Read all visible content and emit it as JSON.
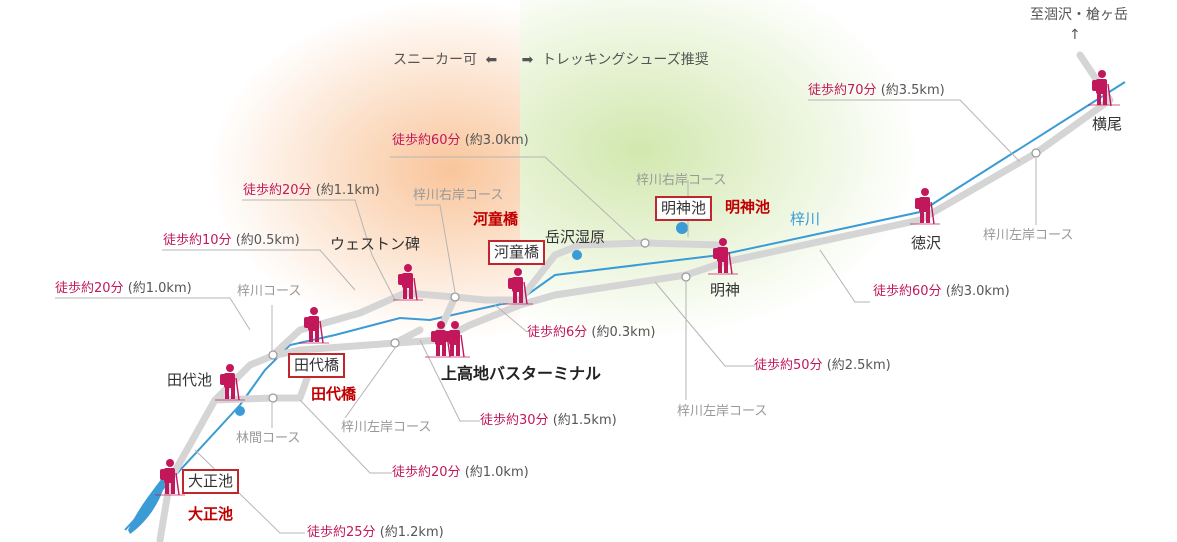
{
  "shoe_note": {
    "left": "スニーカー可",
    "right": "トレッキングシューズ推奨",
    "left_arrow": "⬅",
    "right_arrow": "➡"
  },
  "direction": {
    "text": "至涸沢・槍ヶ岳",
    "arrow": "↑"
  },
  "places": {
    "yokoo": "横尾",
    "tokusawa": "徳沢",
    "myojin": "明神",
    "dakesawa": "岳沢湿原",
    "weston": "ウェストン碑",
    "bus_terminal": "上高地バスターミナル",
    "tashiroike": "田代池",
    "azusa_river": "梓川"
  },
  "boxed_labels": {
    "myojinike": "明神池",
    "kappabashi": "河童橋",
    "tashirobashi": "田代橋",
    "taishoike": "大正池"
  },
  "red_labels": {
    "myojinike": "明神池",
    "kappabashi": "河童橋",
    "tashirobashi": "田代橋",
    "taishoike": "大正池"
  },
  "courses": {
    "azusa_right_1": "梓川右岸コース",
    "azusa_right_2": "梓川右岸コース",
    "azusa_left_1": "梓川左岸コース",
    "azusa_left_2": "梓川左岸コース",
    "azusa_left_3": "梓川左岸コース",
    "azusa": "梓川コース",
    "rinkan": "林間コース"
  },
  "walks": [
    {
      "id": "w70",
      "time": "徒歩約70分",
      "dist": "(約3.5km)"
    },
    {
      "id": "w60a",
      "time": "徒歩約60分",
      "dist": "(約3.0km)"
    },
    {
      "id": "w20a",
      "time": "徒歩約20分",
      "dist": "(約1.1km)"
    },
    {
      "id": "w10",
      "time": "徒歩約10分",
      "dist": "(約0.5km)"
    },
    {
      "id": "w20b",
      "time": "徒歩約20分",
      "dist": "(約1.0km)"
    },
    {
      "id": "w6",
      "time": "徒歩約6分",
      "dist": "(約0.3km)"
    },
    {
      "id": "w60b",
      "time": "徒歩約60分",
      "dist": "(約3.0km)"
    },
    {
      "id": "w50",
      "time": "徒歩約50分",
      "dist": "(約2.5km)"
    },
    {
      "id": "w30",
      "time": "徒歩約30分",
      "dist": "(約1.5km)"
    },
    {
      "id": "w20c",
      "time": "徒歩約20分",
      "dist": "(約1.0km)"
    },
    {
      "id": "w25",
      "time": "徒歩約25分",
      "dist": "(約1.2km)"
    }
  ],
  "colors": {
    "trail": "#d7d7d7",
    "river": "#3a9bd5",
    "hiker": "#c2185b",
    "accent_red": "#c00000",
    "walk_time": "#c2185b",
    "zone_orange": "#f9c89b",
    "zone_green": "#cfe6a8"
  },
  "icons": [
    "hiker-icon",
    "arrow-left-icon",
    "arrow-right-icon",
    "arrow-up-icon",
    "waypoint-icon",
    "pond-icon"
  ]
}
